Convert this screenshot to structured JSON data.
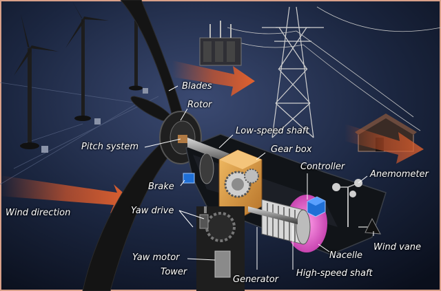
{
  "labels": {
    "blades": "Blades",
    "rotor": "Rotor",
    "pitch_system": "Pitch system",
    "low_speed_shaft": "Low-speed shaft",
    "gear_box": "Gear box",
    "controller": "Controller",
    "anemometer": "Anemometer",
    "brake": "Brake",
    "wind_direction": "Wind direction",
    "yaw_drive": "Yaw drive",
    "wind_vane": "Wind vane",
    "nacelle": "Nacelle",
    "yaw_motor": "Yaw motor",
    "tower": "Tower",
    "generator": "Generator",
    "high_speed_shaft": "High-speed shaft"
  },
  "colors": {
    "background": "#0e1526",
    "border": "#d9a089",
    "arrow": "#d8572a",
    "gearbox": "#e0a24a",
    "controller": "#1f6fd6",
    "generator_glow": "#e86fd0",
    "blade": "#151515",
    "tower": "#2a2a2a"
  }
}
